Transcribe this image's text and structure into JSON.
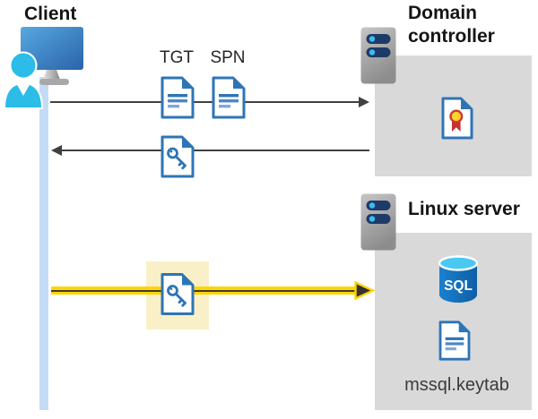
{
  "diagram": {
    "client": {
      "label": "Client"
    },
    "domain_controller": {
      "label": "Domain\ncontroller"
    },
    "linux_server": {
      "label": "Linux server",
      "sql_label": "SQL",
      "keytab_label": "mssql.keytab"
    },
    "tickets": {
      "tgt_label": "TGT",
      "spn_label": "SPN"
    },
    "icons": {
      "client": "user-at-computer-icon",
      "domain_controller": "server-icon",
      "linux_server": "server-icon",
      "tgt": "document-icon",
      "spn": "document-icon",
      "service_ticket": "key-document-icon",
      "certificate": "certificate-document-icon",
      "sql": "sql-database-cylinder-icon",
      "keytab": "document-icon"
    },
    "colors": {
      "doc_blue": "#2e75b6",
      "box_gray": "#d9d9d9",
      "lifeline_blue": "#c4dbf6",
      "arrow_gray": "#404040",
      "arrow_yellow": "#ffd400",
      "highlight_cream": "#faf0c8",
      "server_navy": "#1e3a69",
      "server_dot_cyan": "#3bbdef",
      "sql_body_blue": "#1272b9",
      "sql_top_cyan": "#49c8f2",
      "cert_gold": "#ffd527",
      "cert_red": "#c63031",
      "person_cyan": "#2bbce8"
    }
  }
}
